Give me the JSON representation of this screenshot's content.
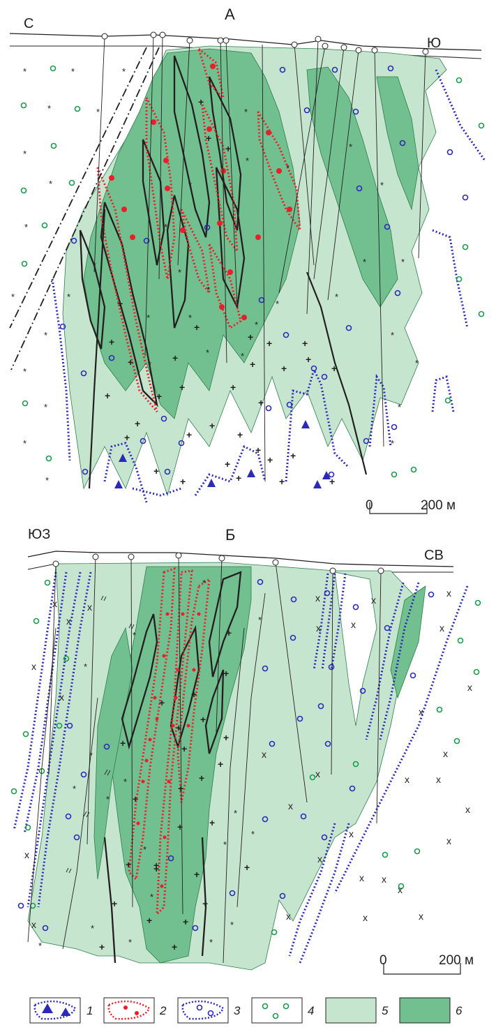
{
  "section_a": {
    "title": "А",
    "left_dir": "С",
    "right_dir": "Ю",
    "scale_zero": "0",
    "scale_value": "200 м"
  },
  "section_b": {
    "title": "Б",
    "left_dir": "ЮЗ",
    "right_dir": "СВ",
    "scale_zero": "0",
    "scale_value": "200 м"
  },
  "legend": [
    {
      "num": "1",
      "symbol": "blue-triangles-dotted-outline"
    },
    {
      "num": "2",
      "symbol": "red-dots-dotted-outline"
    },
    {
      "num": "3",
      "symbol": "blue-circles-dotted-outline"
    },
    {
      "num": "4",
      "symbol": "green-circles"
    },
    {
      "num": "5",
      "symbol": "light-green-fill"
    },
    {
      "num": "6",
      "symbol": "dark-green-fill"
    }
  ],
  "colors": {
    "light_green": "#c6e5cf",
    "dark_green": "#72bf8f",
    "red": "#e8202a",
    "blue": "#2b2ab8",
    "green_circle": "#1a9a4a",
    "line": "#231f20"
  }
}
